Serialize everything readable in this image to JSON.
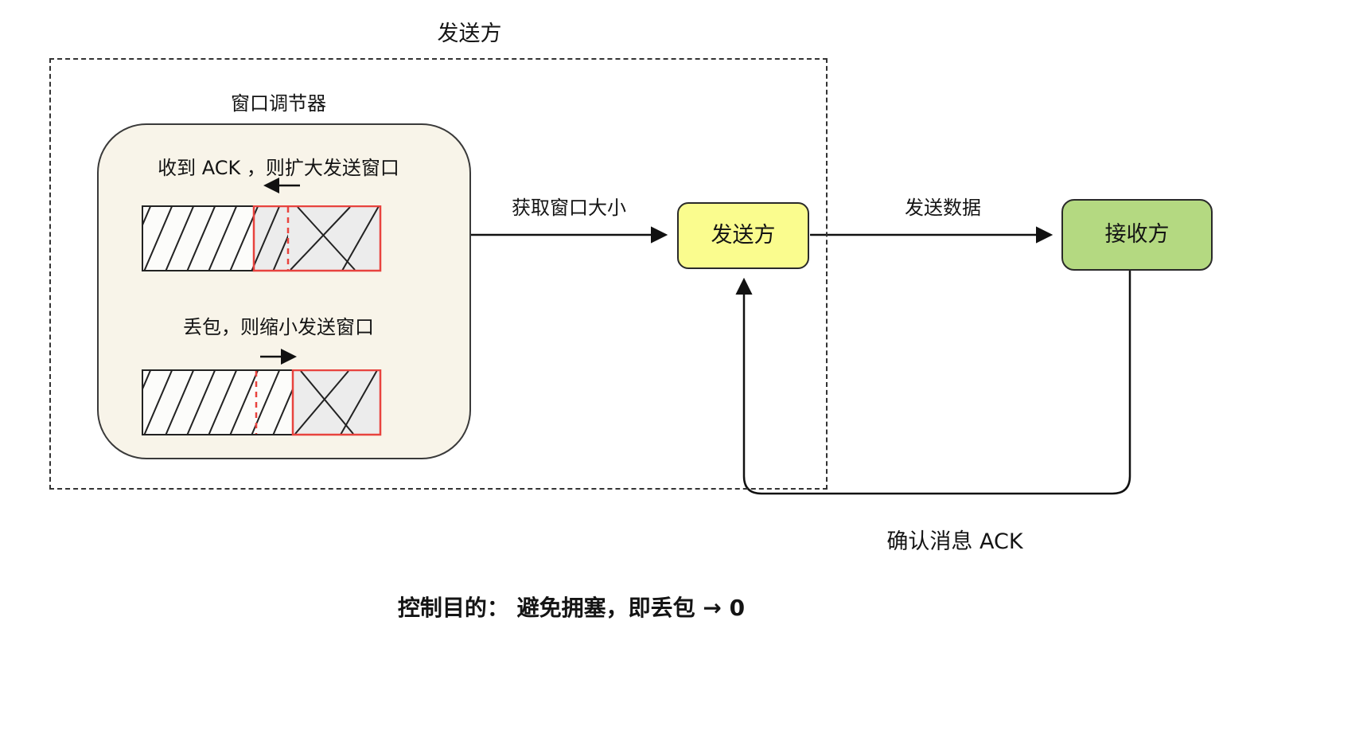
{
  "diagram": {
    "title_top": "发送方",
    "window_adjuster": {
      "label": "窗口调节器",
      "ack_expand_text": "收到 ACK ，则扩大发送窗口",
      "loss_shrink_text": "丢包，则缩小发送窗口"
    },
    "edges": {
      "get_window_size": "获取窗口大小",
      "send_data": "发送数据",
      "ack_message": "确认消息 ACK"
    },
    "nodes": {
      "sender": "发送方",
      "receiver": "接收方"
    },
    "footer": "控制目的： 避免拥塞，即丢包 → 0",
    "colors": {
      "sender_fill": "#fafc8e",
      "receiver_fill": "#b4d981",
      "adjuster_fill": "#f8f4e9",
      "red_accent": "#e8433e",
      "line": "#111111"
    }
  }
}
